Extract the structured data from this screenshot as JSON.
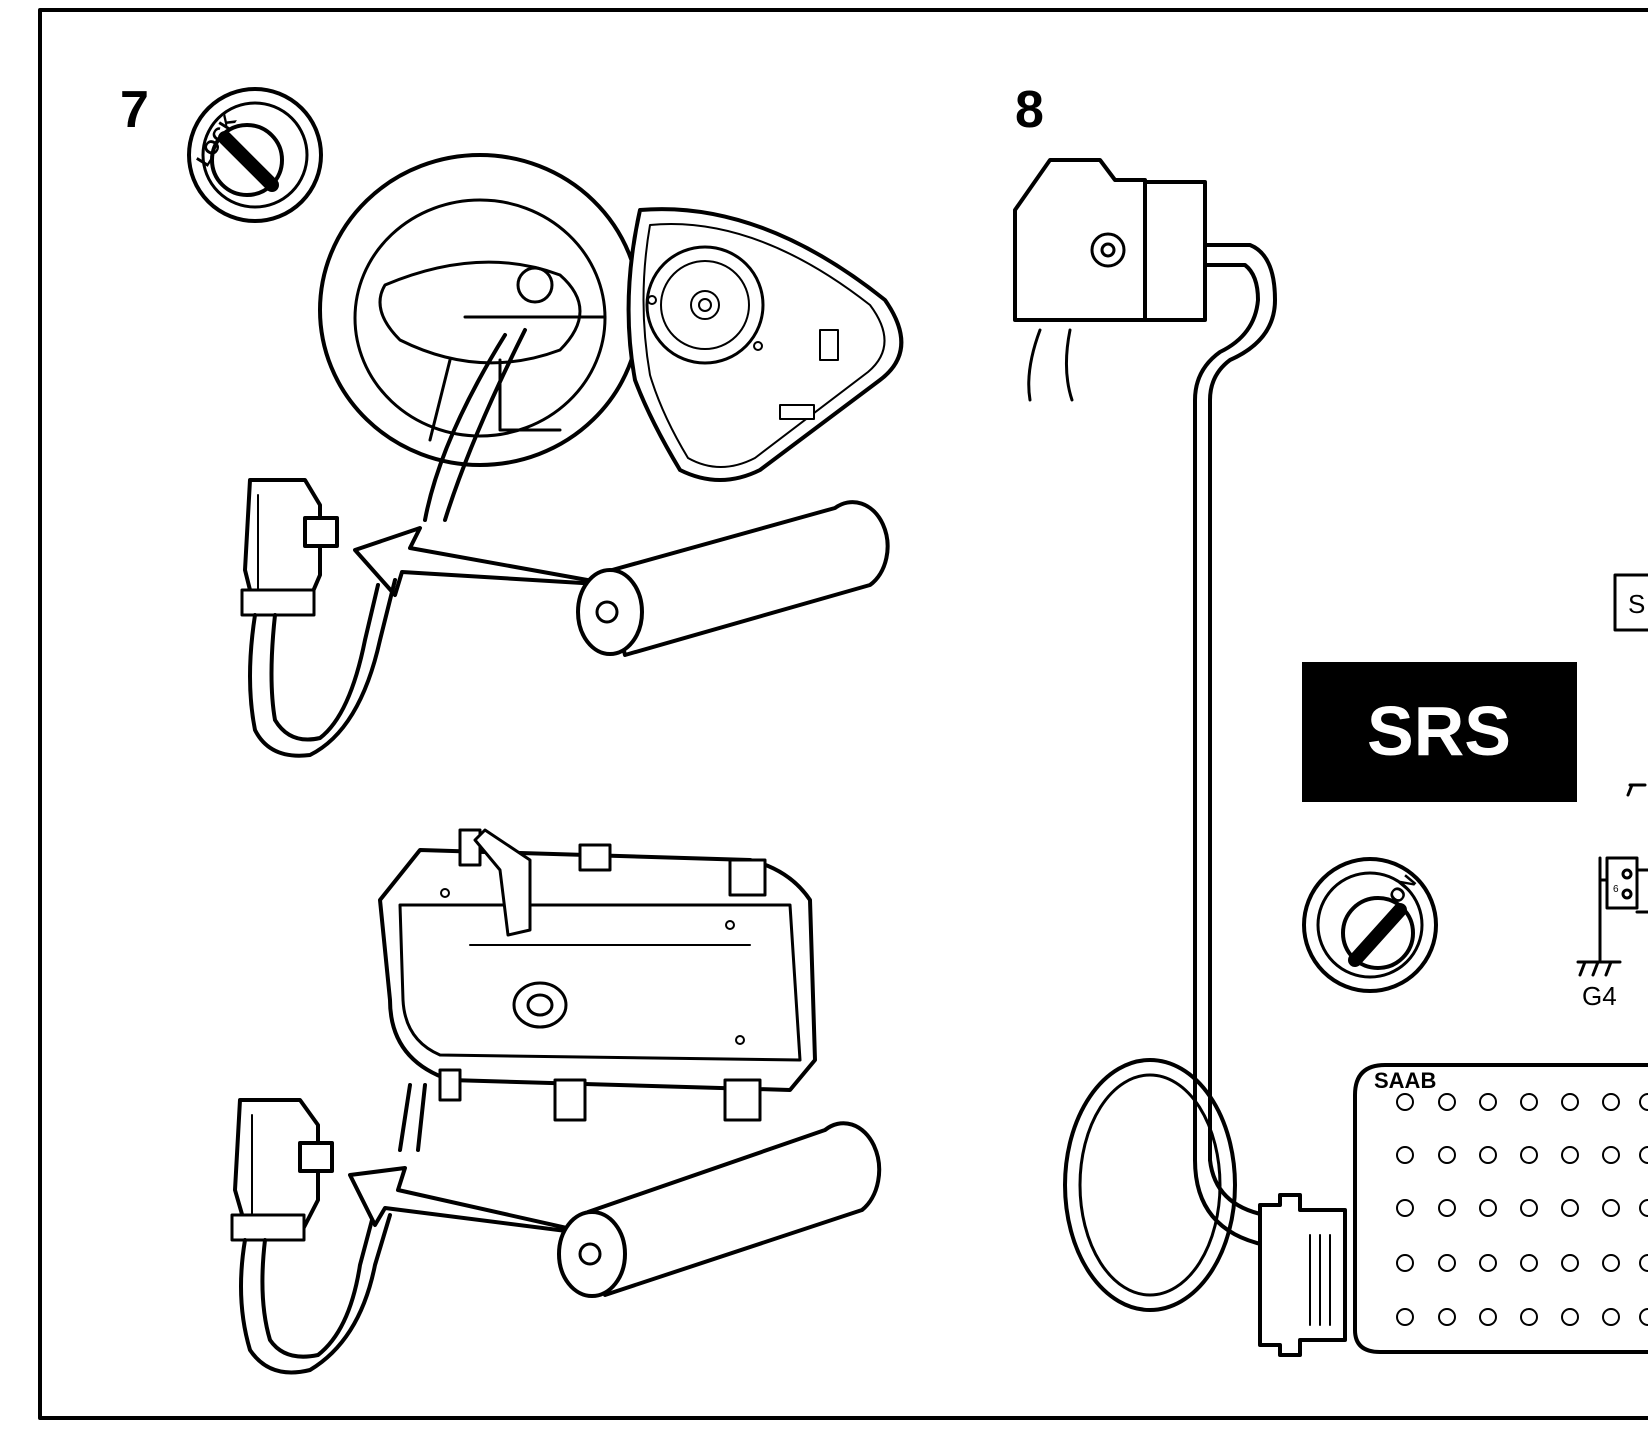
{
  "steps": [
    {
      "number": "7"
    },
    {
      "number": "8"
    }
  ],
  "ignition_lock_label": "LOCK",
  "ignition_on_label": "ON",
  "srs_badge_text": "SRS",
  "partial_label_s": "S",
  "ground_label": "G4",
  "connector_pin_label": "6",
  "tester_brand": "SAAB",
  "colors": {
    "ink": "#000000",
    "paper": "#ffffff"
  }
}
